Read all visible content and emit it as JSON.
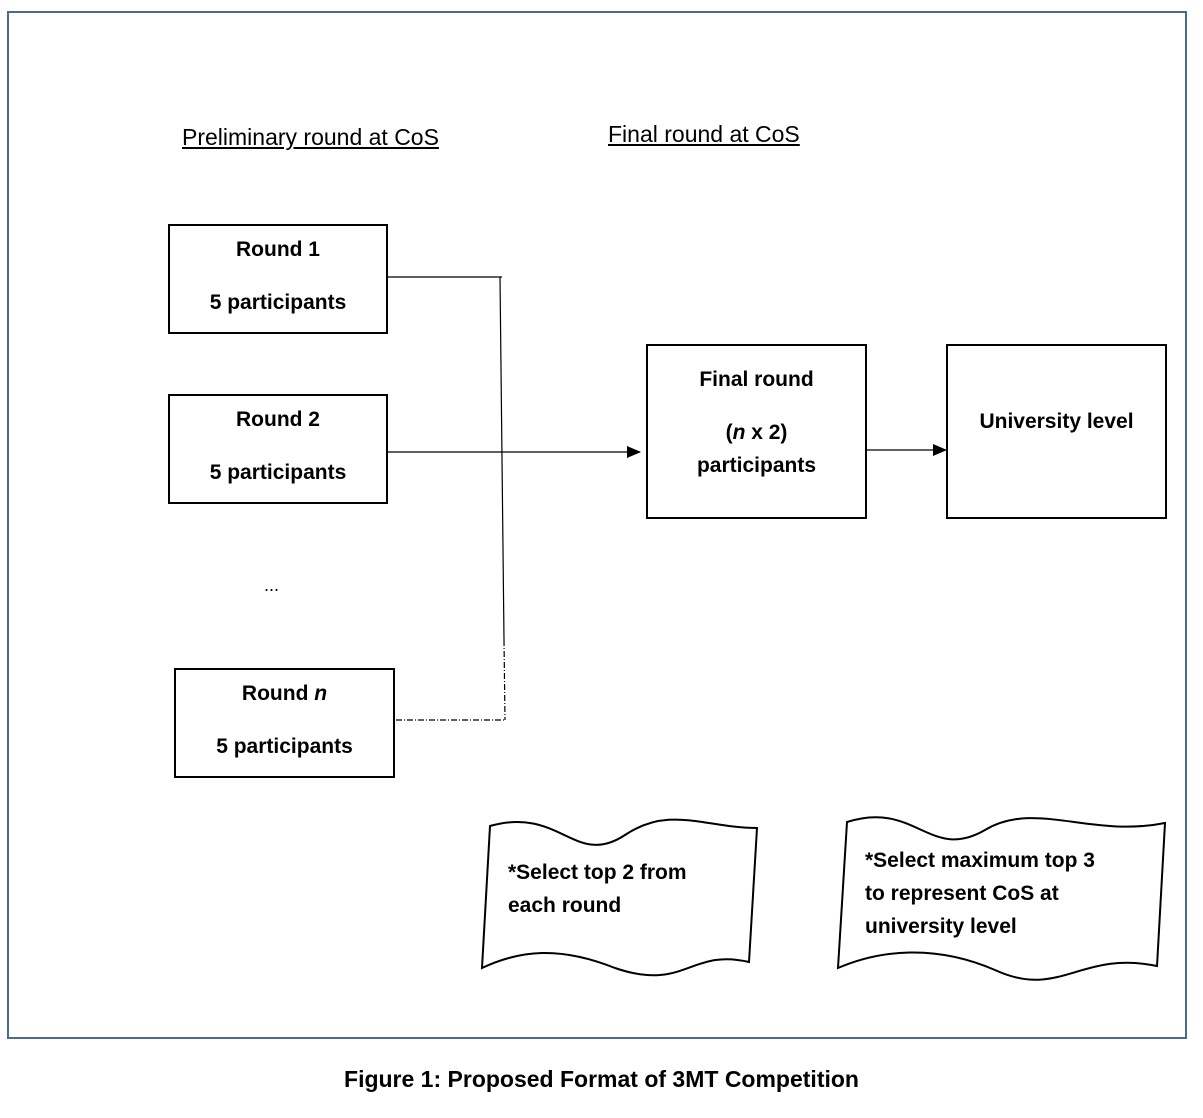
{
  "headers": {
    "preliminary": "Preliminary round at CoS",
    "final": "Final round at CoS"
  },
  "rounds": [
    {
      "title": "Round 1",
      "participants": "5 participants"
    },
    {
      "title": "Round 2",
      "participants": "5 participants"
    },
    {
      "title_prefix": "Round ",
      "title_var": "n",
      "participants": "5 participants"
    }
  ],
  "ellipsis": "...",
  "final_box": {
    "title": "Final round",
    "count_open": "(",
    "count_var": "n",
    "count_rest": " x 2)",
    "participants": "participants"
  },
  "university_box": {
    "label": "University level"
  },
  "notes": {
    "select_top2": [
      "*Select top 2 from",
      "each round"
    ],
    "select_max3": [
      "*Select maximum top 3",
      "to represent CoS at",
      "university level"
    ]
  },
  "caption": "Figure 1: Proposed Format of 3MT Competition",
  "colors": {
    "frame": "#4a6a8f",
    "stroke": "#000000"
  }
}
